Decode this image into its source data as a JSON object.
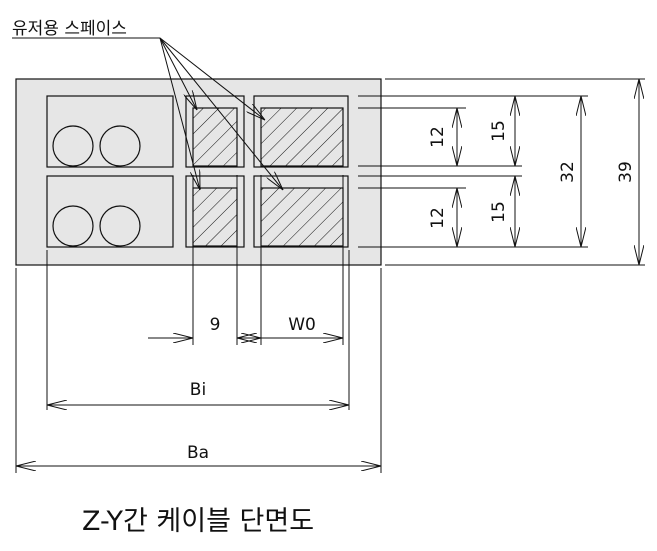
{
  "callout_label": "유저용 스페이스",
  "dimensions": {
    "h12_top": "12",
    "h15_top": "15",
    "h12_bottom": "12",
    "h15_bottom": "15",
    "h32": "32",
    "h39": "39",
    "w9": "9",
    "w0": "W0",
    "bi": "Bi",
    "ba": "Ba"
  },
  "caption": "Z-Y간 케이블 단면도",
  "colors": {
    "section_fill": "#e6e6e6",
    "line": "#111111"
  }
}
